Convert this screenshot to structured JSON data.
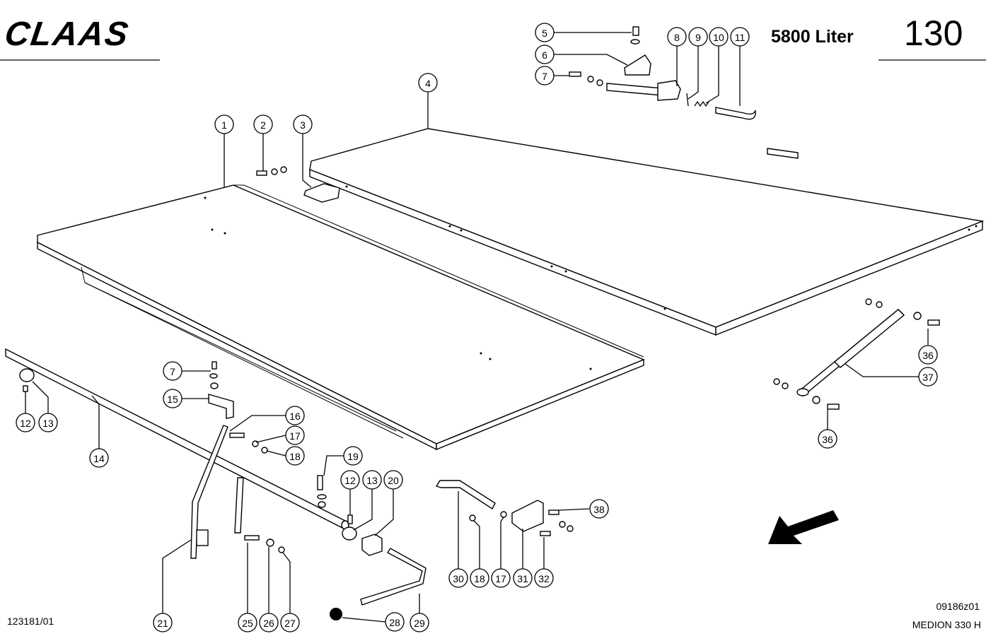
{
  "header": {
    "brand": "CLAAS",
    "capacity": "5800 Liter",
    "page_number": "130"
  },
  "footer": {
    "left_code": "123181/01",
    "drawing_code": "09186z01",
    "model": "MEDION 330 H"
  },
  "callouts": {
    "c1": "1",
    "c2": "2",
    "c3": "3",
    "c4": "4",
    "c5": "5",
    "c6": "6",
    "c7a": "7",
    "c7b": "7",
    "c8": "8",
    "c9": "9",
    "c10": "10",
    "c11": "11",
    "c12a": "12",
    "c12b": "12",
    "c13a": "13",
    "c13b": "13",
    "c14": "14",
    "c15": "15",
    "c16": "16",
    "c17a": "17",
    "c17b": "17",
    "c18a": "18",
    "c18b": "18",
    "c19": "19",
    "c20": "20",
    "c21": "21",
    "c25": "25",
    "c26": "26",
    "c27": "27",
    "c28": "28",
    "c29": "29",
    "c30": "30",
    "c31": "31",
    "c32": "32",
    "c36a": "36",
    "c36b": "36",
    "c37": "37",
    "c38": "38"
  },
  "icons": {
    "direction": "arrow-down-left-icon"
  }
}
